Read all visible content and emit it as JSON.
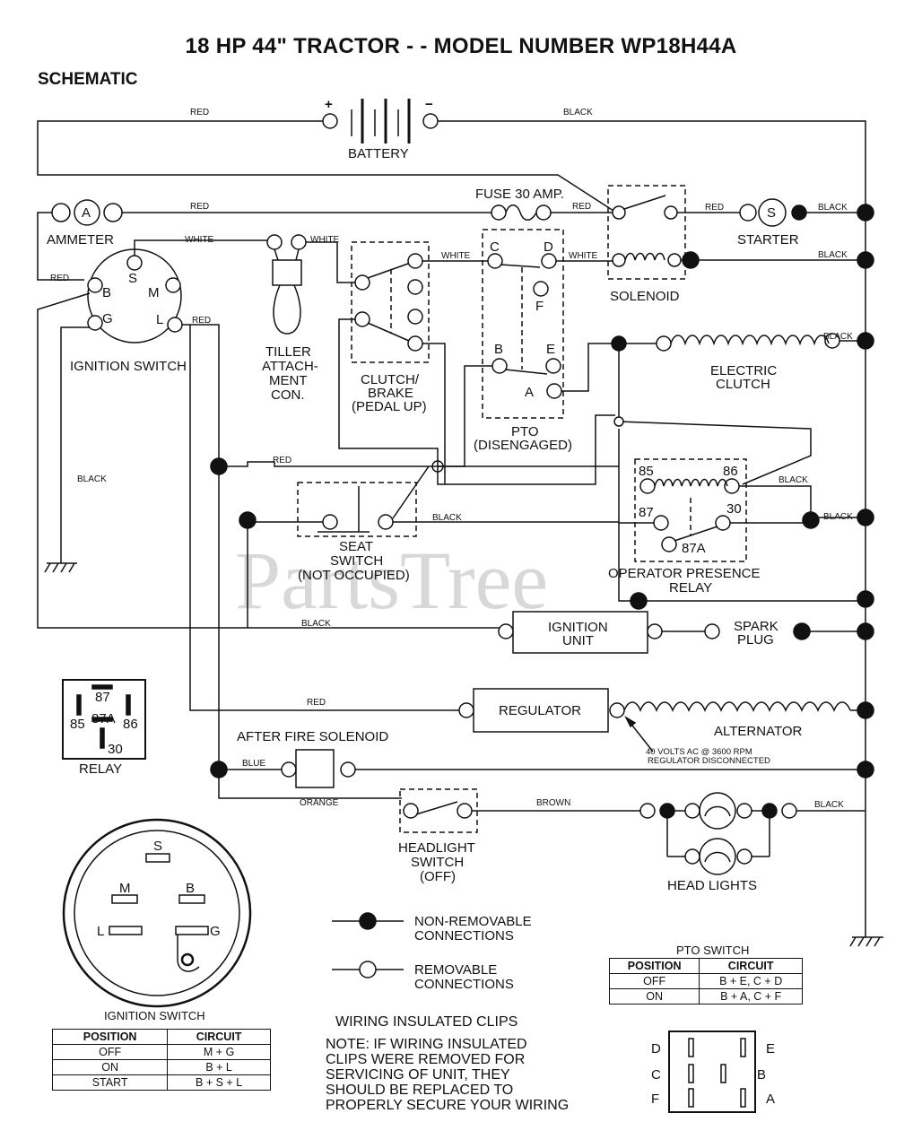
{
  "title": "18 HP 44\" TRACTOR - - MODEL NUMBER WP18H44A",
  "subtitle": "SCHEMATIC",
  "watermark": "PartsTree",
  "components": {
    "battery": "BATTERY",
    "battery_pos": "+",
    "battery_neg": "−",
    "fuse": "FUSE 30 AMP.",
    "ammeter": "AMMETER",
    "ammeter_symbol": "A",
    "starter": "STARTER",
    "starter_symbol": "S",
    "solenoid": "SOLENOID",
    "ignition_switch": "IGNITION SWITCH",
    "tiller": [
      "TILLER",
      "ATTACH-",
      "MENT",
      "CON."
    ],
    "clutch_brake": [
      "CLUTCH/",
      "BRAKE",
      "(PEDAL UP)"
    ],
    "pto": [
      "PTO",
      "(DISENGAGED)"
    ],
    "electric_clutch": [
      "ELECTRIC",
      "CLUTCH"
    ],
    "seat_switch": [
      "SEAT",
      "SWITCH",
      "(NOT OCCUPIED)"
    ],
    "operator_relay": [
      "OPERATOR PRESENCE",
      "RELAY"
    ],
    "ignition_unit": [
      "IGNITION",
      "UNIT"
    ],
    "spark_plug": [
      "SPARK",
      "PLUG"
    ],
    "relay": "RELAY",
    "regulator": "REGULATOR",
    "alternator": "ALTERNATOR",
    "alternator_note": [
      "40 VOLTS AC @ 3600 RPM",
      "REGULATOR DISCONNECTED"
    ],
    "after_fire": "AFTER FIRE SOLENOID",
    "headlight_switch": [
      "HEADLIGHT",
      "SWITCH",
      "(OFF)"
    ],
    "head_lights": "HEAD LIGHTS"
  },
  "terminals": {
    "ign": [
      "B",
      "S",
      "M",
      "G",
      "L"
    ],
    "pto": [
      "C",
      "D",
      "F",
      "B",
      "E",
      "A"
    ],
    "relay": [
      "85",
      "86",
      "87",
      "30",
      "87A"
    ]
  },
  "wires": {
    "red": "RED",
    "black": "BLACK",
    "white": "WHITE",
    "blue": "BLUE",
    "orange": "ORANGE",
    "brown": "BROWN"
  },
  "legend": {
    "non_removable": [
      "NON-REMOVABLE",
      "CONNECTIONS"
    ],
    "removable": [
      "REMOVABLE",
      "CONNECTIONS"
    ]
  },
  "pto_table": {
    "caption": "PTO SWITCH",
    "headers": [
      "POSITION",
      "CIRCUIT"
    ],
    "rows": [
      [
        "OFF",
        "B + E, C + D"
      ],
      [
        "ON",
        "B + A, C + F"
      ]
    ]
  },
  "ign_table": {
    "caption": "IGNITION SWITCH",
    "headers": [
      "POSITION",
      "CIRCUIT"
    ],
    "rows": [
      [
        "OFF",
        "M + G"
      ],
      [
        "ON",
        "B + L"
      ],
      [
        "START",
        "B + S + L"
      ]
    ]
  },
  "note_caption": "WIRING INSULATED CLIPS",
  "note": [
    "NOTE: IF WIRING INSULATED",
    "CLIPS WERE REMOVED FOR",
    "SERVICING OF UNIT, THEY",
    "SHOULD BE REPLACED TO",
    "PROPERLY SECURE YOUR WIRING"
  ]
}
